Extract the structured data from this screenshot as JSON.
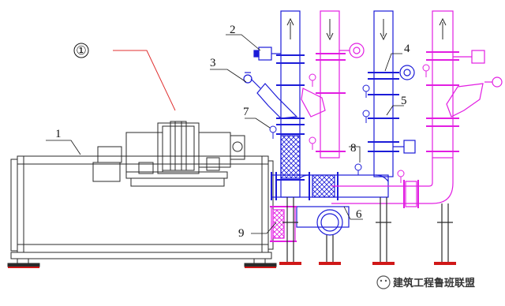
{
  "diagram": {
    "callouts": [
      {
        "id": "circled",
        "text": "①"
      },
      {
        "id": "c1",
        "text": "1"
      },
      {
        "id": "c2",
        "text": "2"
      },
      {
        "id": "c3",
        "text": "3"
      },
      {
        "id": "c4",
        "text": "4"
      },
      {
        "id": "c5",
        "text": "5"
      },
      {
        "id": "c6",
        "text": "6"
      },
      {
        "id": "c7",
        "text": "7"
      },
      {
        "id": "c8",
        "text": "8"
      },
      {
        "id": "c9",
        "text": "9"
      }
    ],
    "colors": {
      "blue_pipe": "#1c1cd8",
      "magenta_pipe": "#e21ee2",
      "equipment": "#2a2a2a",
      "leader_red": "#e03030",
      "support_red": "#d01818"
    },
    "icons": [
      "gate-valve-icon",
      "butterfly-valve-icon",
      "y-strainer-icon",
      "flow-arrow-icon",
      "pressure-gauge-icon",
      "thermometer-icon"
    ]
  },
  "watermark": {
    "text": "建筑工程鲁班联盟"
  }
}
